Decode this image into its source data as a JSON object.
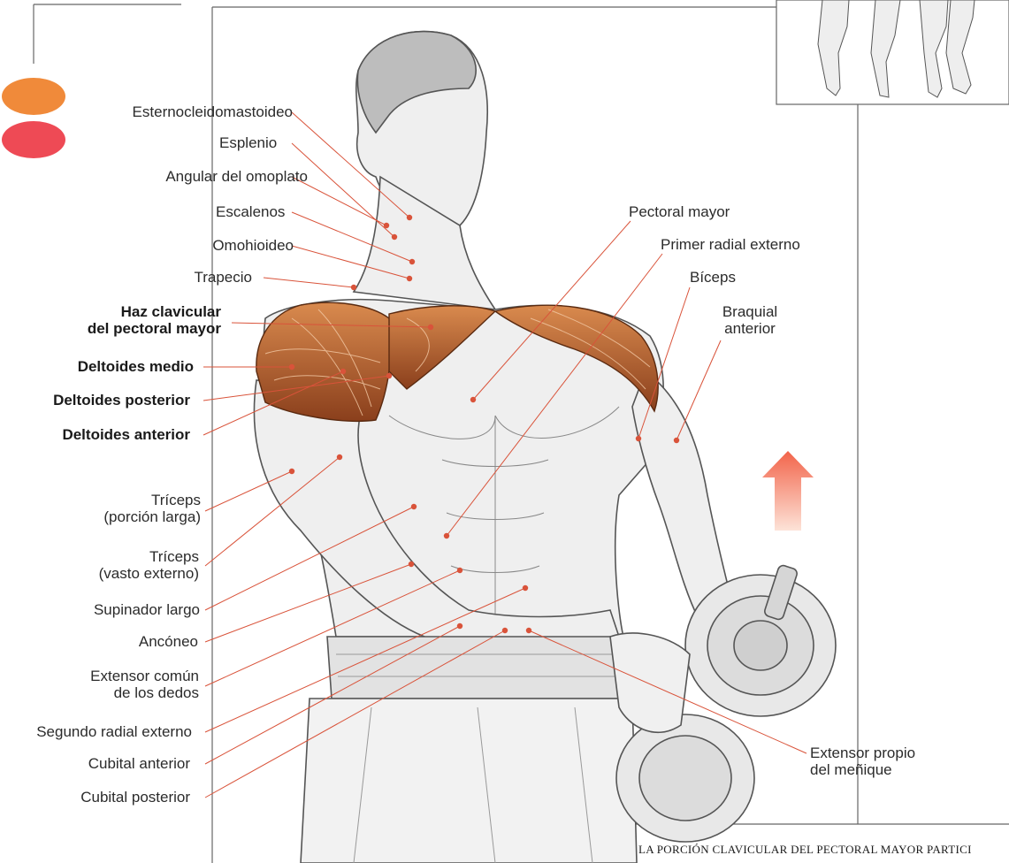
{
  "legend": {
    "dots": [
      {
        "name": "orange-legend-dot",
        "color": "#f08a3a"
      },
      {
        "name": "red-legend-dot",
        "color": "#ee4a55"
      }
    ]
  },
  "colors": {
    "muscle_highlight": "#b5602c",
    "leader_line": "#d9533a",
    "outline": "#555555",
    "arrow_top": "#f2644a",
    "arrow_bottom": "#fde3d8"
  },
  "labels": {
    "esternocleidomastoideo": "Esternocleidomastoideo",
    "esplenio": "Esplenio",
    "angular": "Angular del omoplato",
    "escalenos": "Escalenos",
    "omohioideo": "Omohioideo",
    "trapecio": "Trapecio",
    "haz_line1": "Haz clavicular",
    "haz_line2": "del pectoral mayor",
    "deltoides_medio": "Deltoides medio",
    "deltoides_posterior": "Deltoides posterior",
    "deltoides_anterior": "Deltoides anterior",
    "triceps_larga_1": "Tríceps",
    "triceps_larga_2": "(porción larga)",
    "triceps_externo_1": "Tríceps",
    "triceps_externo_2": "(vasto externo)",
    "supinador": "Supinador largo",
    "anconeo": "Ancóneo",
    "extensor_comun_1": "Extensor común",
    "extensor_comun_2": "de los dedos",
    "segundo_radial": "Segundo radial externo",
    "cubital_anterior": "Cubital anterior",
    "cubital_posterior": "Cubital posterior",
    "pectoral_mayor": "Pectoral mayor",
    "primer_radial": "Primer radial externo",
    "biceps": "Bíceps",
    "braquial_1": "Braquial",
    "braquial_2": "anterior",
    "extensor_propio_1": "Extensor propio",
    "extensor_propio_2": "del meñique"
  },
  "caption": "LA PORCIÓN CLAVICULAR DEL PECTORAL MAYOR PARTICI"
}
